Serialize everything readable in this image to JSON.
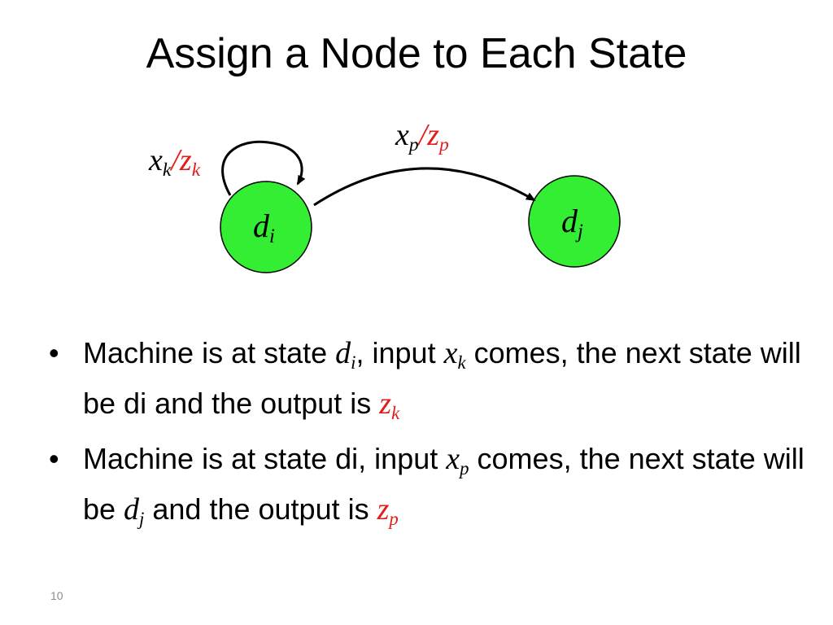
{
  "slide": {
    "title": "Assign a Node to Each State",
    "page_number": "10"
  },
  "diagram": {
    "nodes": [
      {
        "var": "d",
        "sub": "i",
        "fill": "#33ee33"
      },
      {
        "var": "d",
        "sub": "j",
        "fill": "#33ee33"
      }
    ],
    "self_loop_label": {
      "in_var": "x",
      "in_sub": "k",
      "slash": "/",
      "out_var": "z",
      "out_sub": "k"
    },
    "edge_label": {
      "in_var": "x",
      "in_sub": "p",
      "slash": "/",
      "out_var": "z",
      "out_sub": "p"
    }
  },
  "bullets": [
    {
      "symbol": "•",
      "t1": "Machine is at state ",
      "m1_var": "d",
      "m1_sub": "i",
      "t2": ", input ",
      "m2_var": "x",
      "m2_sub": "k",
      "t3": " comes, the next state will be di and the output is ",
      "m3_var": "z",
      "m3_sub": "k"
    },
    {
      "symbol": "•",
      "t1": "Machine is at state di, input ",
      "m1_var": "x",
      "m1_sub": "p",
      "t2": " comes, the next state will be ",
      "m2_var": "d",
      "m2_sub": "j",
      "t3": " and the output is ",
      "m3_var": "z",
      "m3_sub": "p"
    }
  ],
  "colors": {
    "node_fill": "#33ee33",
    "accent_red": "#e21b1b"
  }
}
